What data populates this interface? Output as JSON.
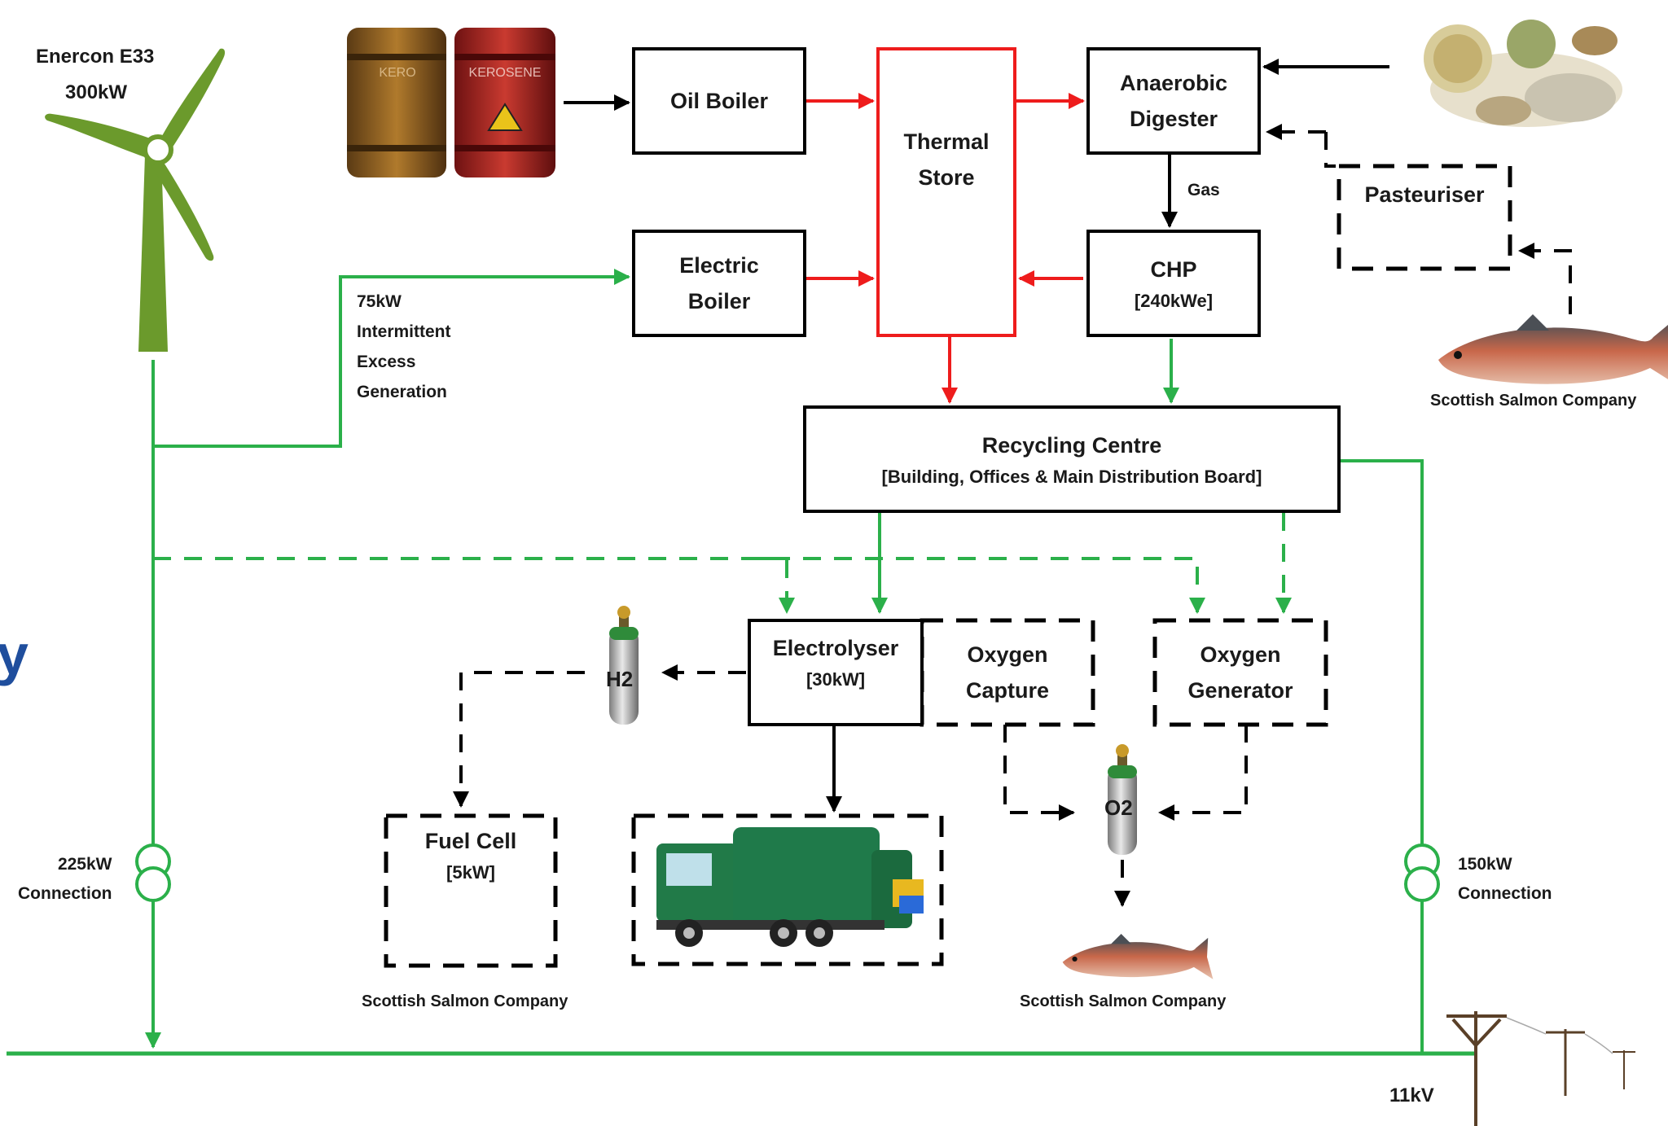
{
  "colors": {
    "electric_line": "#2bb04a",
    "thermal_line": "#ee1c1c",
    "flow_line": "#000000",
    "cut_letter": "#1f4e9d"
  },
  "turbine": {
    "model": "Enercon E33",
    "rating": "300kW"
  },
  "boxes": {
    "oil_boiler": "Oil Boiler",
    "electric_boiler": [
      "Electric",
      "Boiler"
    ],
    "thermal_store": [
      "Thermal",
      "Store"
    ],
    "anaerobic_digester": [
      "Anaerobic",
      "Digester"
    ],
    "chp": {
      "name": "CHP",
      "rating": "[240kWe]"
    },
    "pasteuriser": "Pasteuriser",
    "recycling_centre": {
      "name": "Recycling Centre",
      "detail": "[Building, Offices & Main Distribution Board]"
    },
    "electrolyser": {
      "name": "Electrolyser",
      "rating": "[30kW]"
    },
    "oxygen_capture": [
      "Oxygen",
      "Capture"
    ],
    "oxygen_generator": [
      "Oxygen",
      "Generator"
    ],
    "fuel_cell": {
      "name": "Fuel Cell",
      "rating": "[5kW]"
    }
  },
  "labels": {
    "gas": "Gas",
    "excess_generation": [
      "75kW",
      "Intermittent",
      "Excess",
      "Generation"
    ],
    "h2": "H2",
    "o2": "O2",
    "connection_left": [
      "225kW",
      "Connection"
    ],
    "connection_right": [
      "150kW",
      "Connection"
    ],
    "grid_voltage": "11kV",
    "salmon_company_top": "Scottish Salmon Company",
    "salmon_company_fuel_cell": "Scottish Salmon Company",
    "salmon_company_o2": "Scottish Salmon Company",
    "cut_letter": "y"
  },
  "icons": {
    "barrels": "kerosene-barrels-icon",
    "food_waste": "food-waste-icon",
    "salmon": "salmon-icon",
    "wind_turbine": "wind-turbine-icon",
    "gas_cylinder": "gas-cylinder-icon",
    "refuse_truck": "refuse-truck-icon",
    "power_pole": "power-pole-icon",
    "transformer": "transformer-icon"
  },
  "barrel_text": [
    "KERO",
    "KEROSENE"
  ]
}
